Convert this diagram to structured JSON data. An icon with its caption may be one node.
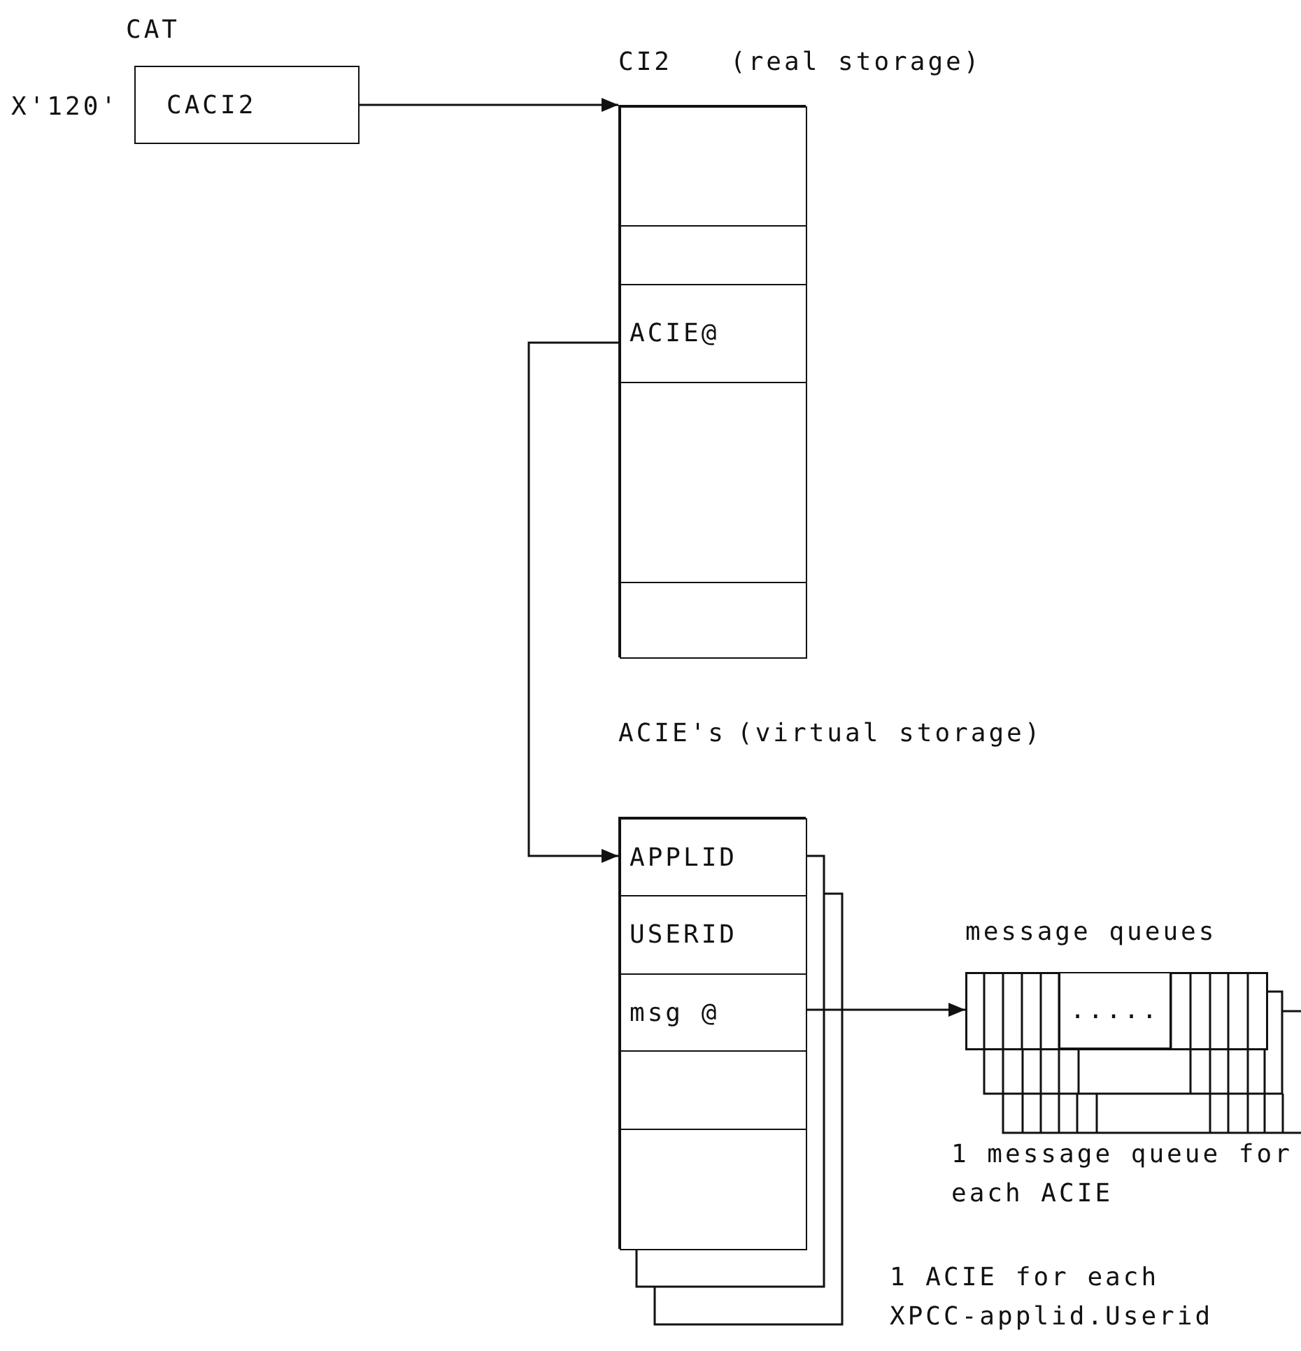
{
  "diagram": {
    "nodes": [
      {
        "text": [
          "CACI2"
        ],
        "beside": [
          "CAT",
          "X'120'"
        ]
      },
      {
        "text": [
          "CI2",
          "(real storage)"
        ]
      },
      {
        "text": [],
        "shape": "box",
        "in": 1
      },
      {
        "text": [],
        "shape": "box",
        "in": 1
      },
      {
        "text": [
          "ACIE@"
        ],
        "in": 1
      },
      {
        "text": [],
        "shape": "box",
        "in": 1
      },
      {
        "text": [],
        "shape": "box",
        "in": 1
      },
      {
        "text": [
          "ACIE's",
          "(virtual storage)"
        ]
      },
      {
        "text": [
          "APPLID"
        ],
        "in": 7
      },
      {
        "text": [
          "USERID"
        ],
        "in": 7
      },
      {
        "text": [
          "msg @"
        ],
        "in": 7
      },
      {
        "text": [],
        "shape": "box",
        "in": 7
      },
      {
        "text": [],
        "shape": "box",
        "in": 7
      },
      {
        "text": [
          "message queues"
        ]
      },
      {
        "text": [
          "....."
        ],
        "in": 13
      }
    ],
    "edges": [
      {
        "from": 0,
        "to": 1,
        "arrow": "to"
      },
      {
        "from": 4,
        "to": 8,
        "arrow": "to"
      },
      {
        "from": 10,
        "to": 13,
        "arrow": "to"
      }
    ],
    "labels": [
      "1 message queue for each ACIE",
      "1 ACIE for each XPCC-applid.Userid"
    ]
  }
}
